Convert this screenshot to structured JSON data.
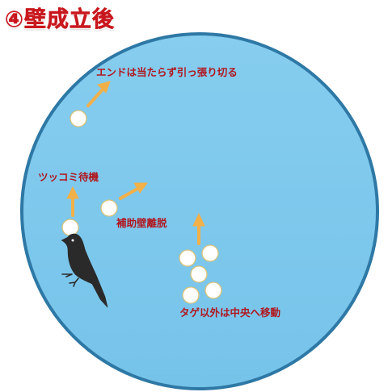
{
  "title": "④壁成立後",
  "labels": {
    "end": "エンドは当たらず引っ張り切る",
    "tsukkomi": "ツッコミ待機",
    "hojo": "補助壁離脱",
    "tage": "タゲ以外は中央へ移動"
  },
  "colors": {
    "circle_fill": "#7ec8ec",
    "circle_stroke": "#2e78a5",
    "arrow": "#f2b049",
    "label": "#b0171f",
    "title": "#c8181e",
    "player_marker": "#ffffff",
    "bird": "#2a2a2a"
  },
  "icons": {
    "boss": "bird-icon",
    "direction": "arrow-icon",
    "player": "player-marker"
  }
}
